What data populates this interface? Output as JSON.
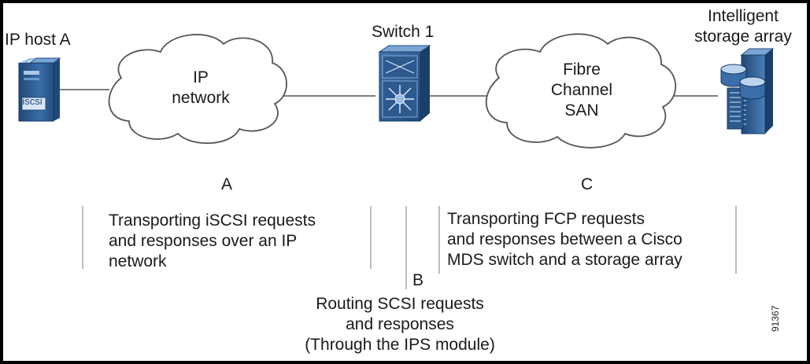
{
  "nodes": {
    "host": {
      "label": "IP host A",
      "badge": "iscsi"
    },
    "ip_network": {
      "line1": "IP",
      "line2": "network"
    },
    "switch": {
      "label": "Switch 1"
    },
    "fc_san": {
      "line1": "Fibre",
      "line2": "Channel",
      "line3": "SAN"
    },
    "storage": {
      "line1": "Intelligent",
      "line2": "storage array"
    }
  },
  "segments": {
    "a": {
      "letter": "A",
      "line1": "Transporting iSCSI requests",
      "line2": "and responses over an IP",
      "line3": "network"
    },
    "b": {
      "letter": "B",
      "line1": "Routing SCSI requests",
      "line2": "and responses",
      "line3": "(Through the IPS module)"
    },
    "c": {
      "letter": "C",
      "line1": "Transporting FCP requests",
      "line2": "and responses between a Cisco",
      "line3": "MDS switch and a storage array"
    }
  },
  "figure_id": "91367",
  "colors": {
    "device_blue": "#2f5e93",
    "device_light": "#7aa6d6",
    "cloud_outline": "#555555"
  }
}
